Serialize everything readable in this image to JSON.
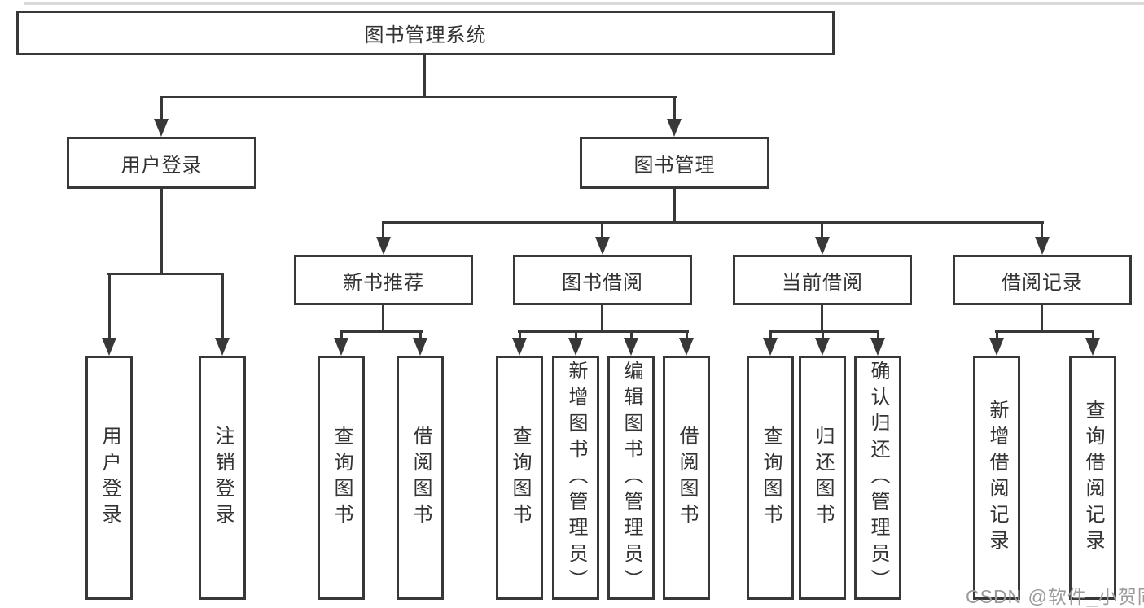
{
  "diagram": {
    "colors": {
      "line": "#383838",
      "text": "#333333",
      "watermark": "#9b9b9b",
      "background": "#ffffff"
    },
    "watermark": {
      "text": "CSDN @软件_小贺同学"
    },
    "tree": {
      "label": "图书管理系统",
      "children": [
        {
          "label": "用户登录",
          "children": [
            {
              "label": "用户登录"
            },
            {
              "label": "注销登录"
            }
          ]
        },
        {
          "label": "图书管理",
          "children": [
            {
              "label": "新书推荐",
              "children": [
                {
                  "label": "查询图书"
                },
                {
                  "label": "借阅图书"
                }
              ]
            },
            {
              "label": "图书借阅",
              "children": [
                {
                  "label": "查询图书"
                },
                {
                  "label": "新增图书（管理员）"
                },
                {
                  "label": "编辑图书（管理员）"
                },
                {
                  "label": "借阅图书"
                }
              ]
            },
            {
              "label": "当前借阅",
              "children": [
                {
                  "label": "查询图书"
                },
                {
                  "label": "归还图书"
                },
                {
                  "label": "确认归还（管理员）"
                }
              ]
            },
            {
              "label": "借阅记录",
              "children": [
                {
                  "label": "新增借阅记录"
                },
                {
                  "label": "查询借阅记录"
                }
              ]
            }
          ]
        }
      ]
    }
  }
}
